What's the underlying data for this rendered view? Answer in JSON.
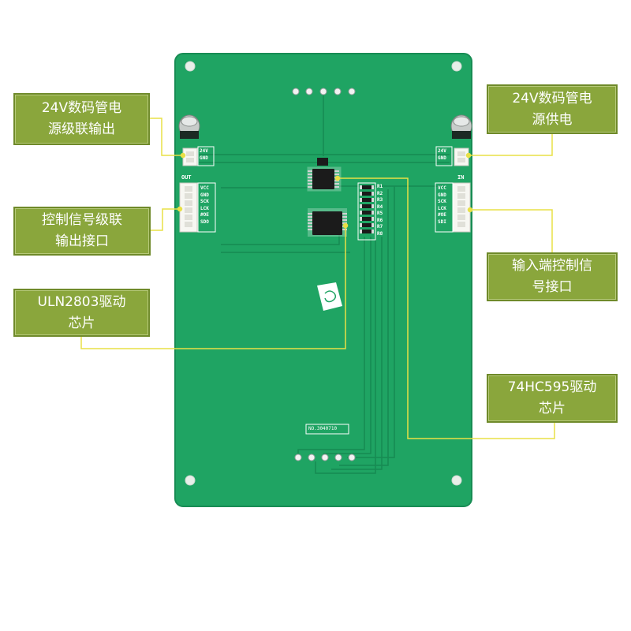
{
  "callouts": [
    {
      "id": "c1",
      "lines": [
        "24V数码管电",
        "源级联输出"
      ]
    },
    {
      "id": "c2",
      "lines": [
        "24V数码管电",
        "源供电"
      ]
    },
    {
      "id": "c3",
      "lines": [
        "控制信号级联",
        "输出接口"
      ]
    },
    {
      "id": "c4",
      "lines": [
        "输入端控制信",
        "号接口"
      ]
    },
    {
      "id": "c5",
      "lines": [
        "ULN2803驱动",
        "芯片"
      ]
    },
    {
      "id": "c6",
      "lines": [
        "74HC595驱动",
        "芯片"
      ]
    }
  ],
  "board": {
    "out_label": "OUT",
    "in_label": "IN",
    "power_labels": [
      "24V",
      "GND"
    ],
    "signal_pins": [
      "VCC",
      "GND",
      "SCK",
      "LCK",
      "#OE",
      "SDO"
    ],
    "signal_pins_in": [
      "VCC",
      "GND",
      "SCK",
      "LCK",
      "#OE",
      "SDI"
    ],
    "resistor_labels": [
      "R1",
      "R2",
      "R3",
      "R4",
      "R5",
      "R6",
      "R7",
      "R8"
    ],
    "part_number": "NO.3040710"
  },
  "colors": {
    "pcb": "#1fa463",
    "pcb_dark": "#178a52",
    "callout_bg": "#8aa63c",
    "leader_line": "#e8e046"
  }
}
